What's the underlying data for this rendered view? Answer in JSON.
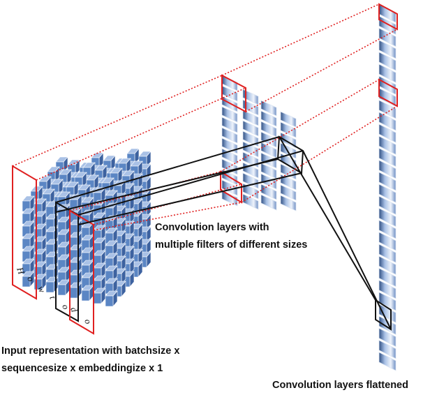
{
  "captions": {
    "conv_line1": "Convolution layers with",
    "conv_line2": "multiple filters of different sizes",
    "input_line1": "Input representation with batchsize x",
    "input_line2": "sequencesize x embeddingize x 1",
    "flattened": "Convolution layers flattened"
  },
  "input_words": [
    {
      "word": "How",
      "letters": [
        "H",
        "o",
        "w"
      ]
    },
    {
      "word": "to",
      "letters": [
        "t",
        "o"
      ]
    },
    {
      "word": "do",
      "letters": [
        "d",
        "o"
      ]
    }
  ],
  "colors": {
    "cube_blue": "#5b86c4",
    "cube_dark": "#3d62a0",
    "cube_light": "#a9c1e6",
    "highlight_red": "#e02020",
    "outline_black": "#111111"
  }
}
